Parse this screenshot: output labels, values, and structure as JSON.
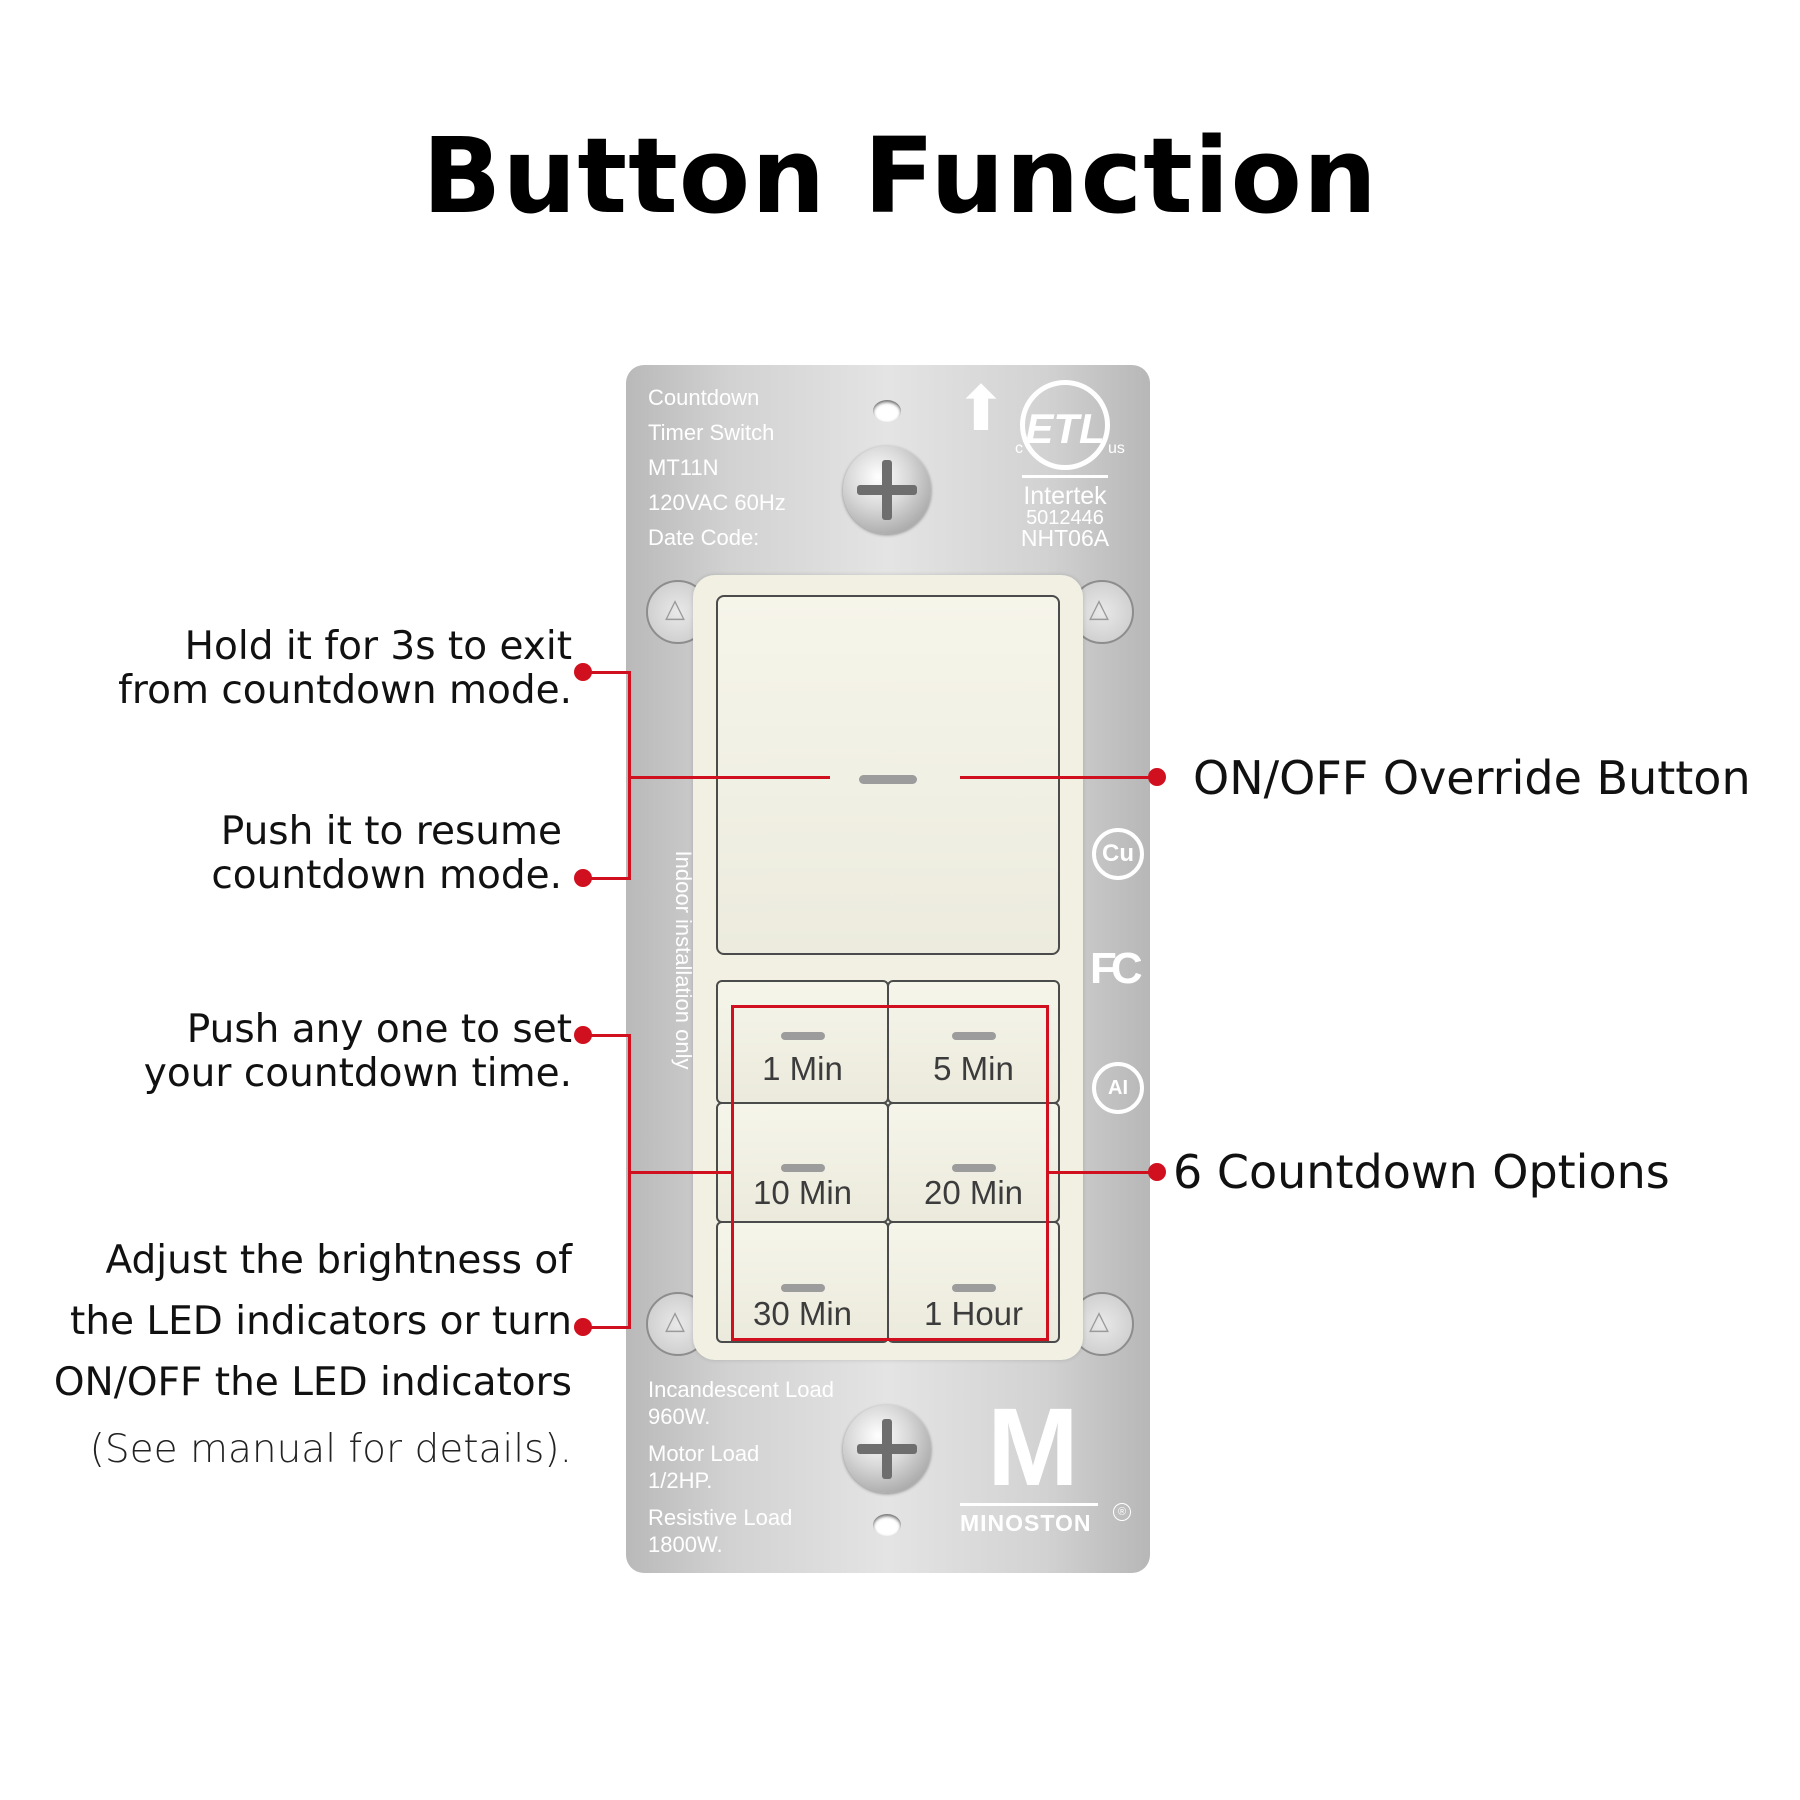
{
  "title": "Button Function",
  "plate": {
    "spec_lines": [
      "Countdown",
      "Timer Switch",
      "MT11N",
      "120VAC 60Hz",
      "Date Code:"
    ],
    "vertical_text": "Indoor installation only",
    "load_lines": [
      "Incandescent Load",
      "960W.",
      "Motor Load",
      "1/2HP.",
      "Resistive Load",
      "1800W."
    ],
    "cert": {
      "etl": "ETL",
      "c": "c",
      "us": "us",
      "lab": "Intertek",
      "number": "5012446",
      "model": "NHT06A"
    },
    "badges": {
      "cu": "Cu",
      "fcc": "FC",
      "ai": "AI"
    },
    "brand": {
      "logo": "M",
      "name": "MINOSTON",
      "registered": "®"
    },
    "arrow": "⬆",
    "corner_mark": "△"
  },
  "countdown_buttons": [
    "1 Min",
    "5 Min",
    "10 Min",
    "20 Min",
    "30 Min",
    "1 Hour"
  ],
  "annotations": {
    "left_1": [
      "Hold it for 3s to exit",
      "from countdown mode."
    ],
    "left_2": [
      "Push it to resume",
      "countdown mode."
    ],
    "left_3": [
      "Push any one to set",
      "your countdown time."
    ],
    "left_4": [
      "Adjust the brightness of",
      "the LED indicators or turn",
      "ON/OFF the LED indicators"
    ],
    "left_4_note": "(See manual for details).",
    "right_1": "ON/OFF Override Button",
    "right_2": "6 Countdown Options"
  },
  "colors": {
    "callout": "#d0101e",
    "plate": "#d4d4d4",
    "switch": "#f1f0e3"
  }
}
